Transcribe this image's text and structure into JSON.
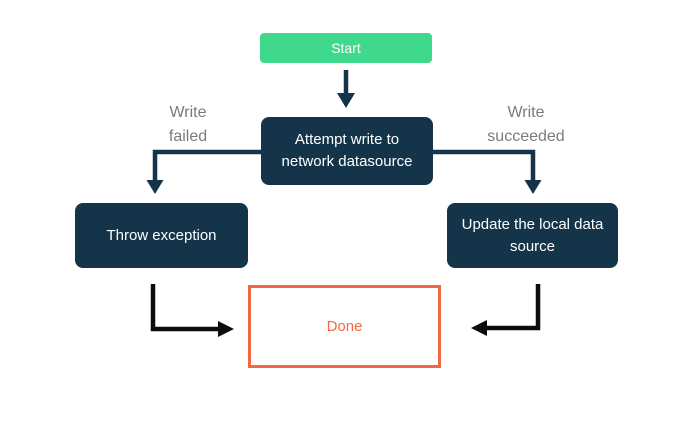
{
  "diagram": {
    "type": "flowchart",
    "nodes": [
      {
        "id": "start",
        "type": "start",
        "label": "Start"
      },
      {
        "id": "attempt-write",
        "type": "process",
        "label": "Attempt write to network datasource"
      },
      {
        "id": "throw-exception",
        "type": "process",
        "label": "Throw exception"
      },
      {
        "id": "update-local-data",
        "type": "process",
        "label": "Update the local data source"
      },
      {
        "id": "done",
        "type": "end",
        "label": "Done"
      }
    ],
    "edges": [
      {
        "from": "start",
        "to": "attempt-write",
        "label": ""
      },
      {
        "from": "attempt-write",
        "to": "throw-exception",
        "label": "Write failed"
      },
      {
        "from": "attempt-write",
        "to": "update-local-data",
        "label": "Write succeeded"
      },
      {
        "from": "throw-exception",
        "to": "done",
        "label": ""
      },
      {
        "from": "update-local-data",
        "to": "done",
        "label": ""
      }
    ],
    "colors": {
      "background": "#FFFFFF",
      "start_fill": "#3ED98C",
      "node_fill": "#14344A",
      "node_text": "#FFFFFF",
      "done_border": "#F26841",
      "done_text": "#F26841",
      "edge_label_text": "#7B7B7B",
      "arrow_navy": "#14344A",
      "arrow_black": "#0D0D0D"
    }
  }
}
